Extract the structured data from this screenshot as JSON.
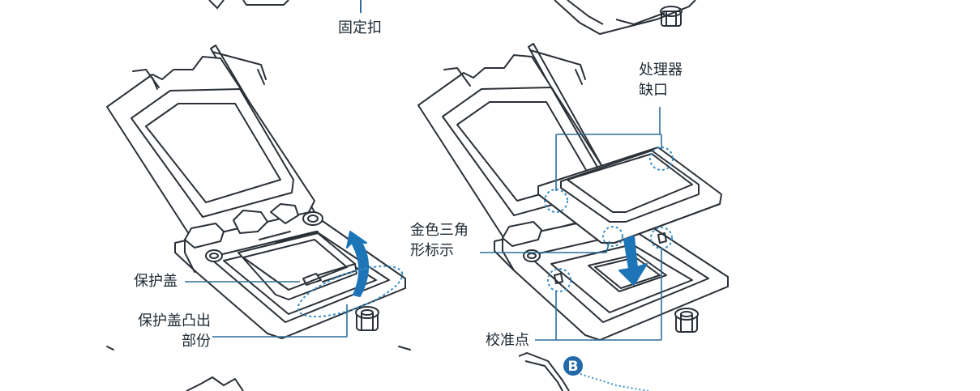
{
  "labels": {
    "fixing_clip": "固定扣",
    "cpu_notch_line1": "处理器",
    "cpu_notch_line2": "缺口",
    "gold_triangle_line1": "金色三角",
    "gold_triangle_line2": "形标示",
    "protective_cover": "保护盖",
    "cover_tab_line1": "保护盖凸出",
    "cover_tab_line2": "部份",
    "alignment_key": "校准点",
    "step_badge": "B"
  },
  "colors": {
    "line_art": "#2b3138",
    "callout_line": "#2c6f9c",
    "arrow_blue": "#1d75b8",
    "badge_blue": "#2269a8",
    "dotted_circle": "#3a8fc6"
  },
  "icons": {
    "arrow_lift": "curved-up-arrow-icon",
    "arrow_insert": "down-arrow-icon",
    "badge": "step-badge-icon"
  }
}
